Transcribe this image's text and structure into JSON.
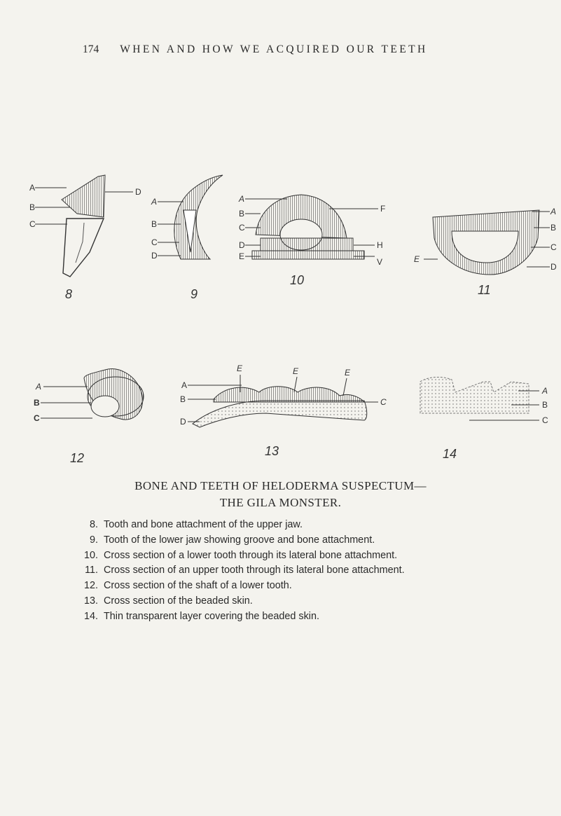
{
  "header": {
    "page_number": "174",
    "running_title": "WHEN AND HOW WE ACQUIRED OUR TEETH"
  },
  "figures": [
    {
      "number": "8",
      "labels": [
        "A",
        "B",
        "C",
        "D"
      ]
    },
    {
      "number": "9",
      "labels": [
        "A",
        "B",
        "C",
        "D"
      ]
    },
    {
      "number": "10",
      "labels": [
        "A",
        "B",
        "C",
        "D",
        "E",
        "F",
        "H",
        "V"
      ]
    },
    {
      "number": "11",
      "labels": [
        "A",
        "B",
        "C",
        "D",
        "E"
      ]
    },
    {
      "number": "12",
      "labels": [
        "A",
        "B",
        "C"
      ]
    },
    {
      "number": "13",
      "labels": [
        "A",
        "B",
        "C",
        "D",
        "E",
        "E",
        "E"
      ]
    },
    {
      "number": "14",
      "labels": [
        "A",
        "B",
        "C"
      ]
    }
  ],
  "caption": {
    "title_line1": "BONE AND TEETH OF HELODERMA SUSPECTUM—",
    "title_line2": "THE GILA MONSTER.",
    "items": [
      {
        "num": "8.",
        "text": "Tooth and bone attachment of the upper jaw."
      },
      {
        "num": "9.",
        "text": "Tooth of the lower jaw showing groove and bone attachment."
      },
      {
        "num": "10.",
        "text": "Cross section of a lower tooth through its lateral bone attachment."
      },
      {
        "num": "11.",
        "text": "Cross section of an upper tooth through its lateral bone attachment."
      },
      {
        "num": "12.",
        "text": "Cross section of the shaft of a lower tooth."
      },
      {
        "num": "13.",
        "text": "Cross section of the beaded skin."
      },
      {
        "num": "14.",
        "text": "Thin transparent layer covering the beaded skin."
      }
    ]
  }
}
